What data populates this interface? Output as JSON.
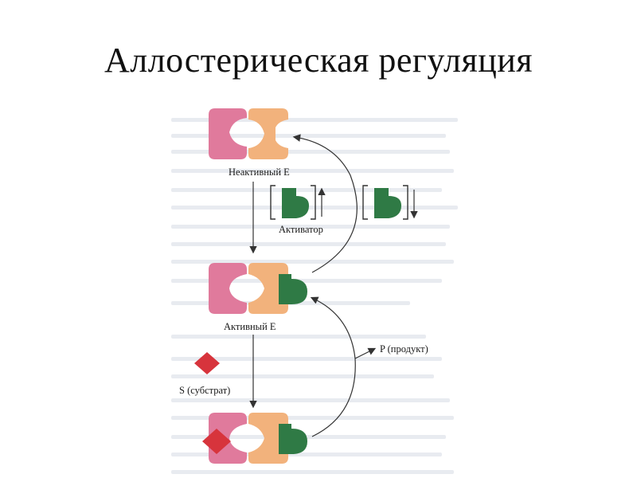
{
  "title": "Аллостерическая регуляция",
  "labels": {
    "inactive": "Неактивный Е",
    "activator": "Активатор",
    "active": "Активный Е",
    "substrate": "S (субстрат)",
    "product": "P (продукт)"
  },
  "colors": {
    "pink": "#e07a9c",
    "orange": "#f2b27c",
    "green": "#2f7a45",
    "red": "#d7343c",
    "background_text": "#e6e9ee"
  }
}
